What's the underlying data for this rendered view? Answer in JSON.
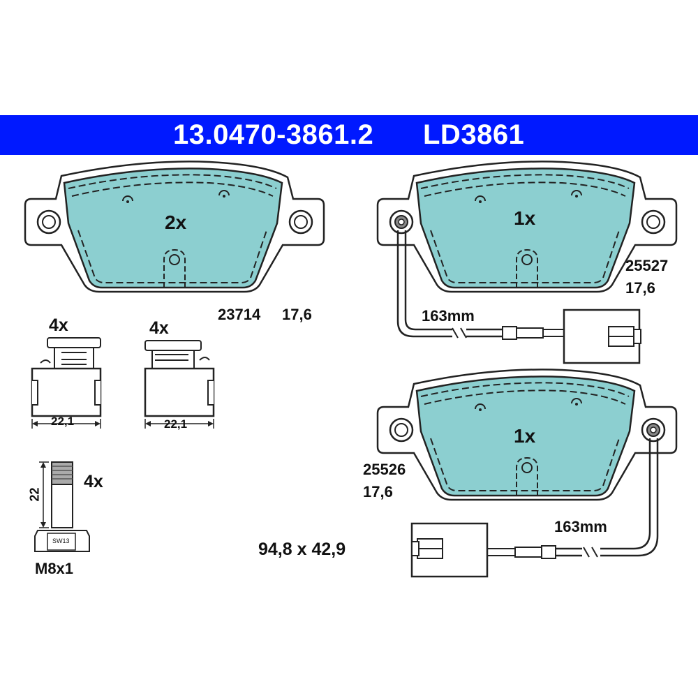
{
  "header": {
    "part_number": "13.0470-3861.2",
    "ref_code": "LD3861",
    "bg_color": "#0019ff"
  },
  "pads": {
    "top_left": {
      "quantity": "2x",
      "code": "23714",
      "thickness": "17,6"
    },
    "top_right": {
      "quantity": "1x",
      "code": "25527",
      "thickness": "17,6",
      "wire_length": "163mm"
    },
    "bottom_right": {
      "quantity": "1x",
      "code": "25526",
      "thickness": "17,6",
      "wire_length": "163mm"
    },
    "fill_color": "#8ccfd0",
    "dimensions": "94,8 x 42,9"
  },
  "clips": {
    "left": {
      "quantity": "4x",
      "width": "22,1"
    },
    "right": {
      "quantity": "4x",
      "width": "22,1"
    }
  },
  "bolt": {
    "quantity": "4x",
    "length": "22",
    "thread": "M8x1",
    "wrench": "SW13"
  }
}
